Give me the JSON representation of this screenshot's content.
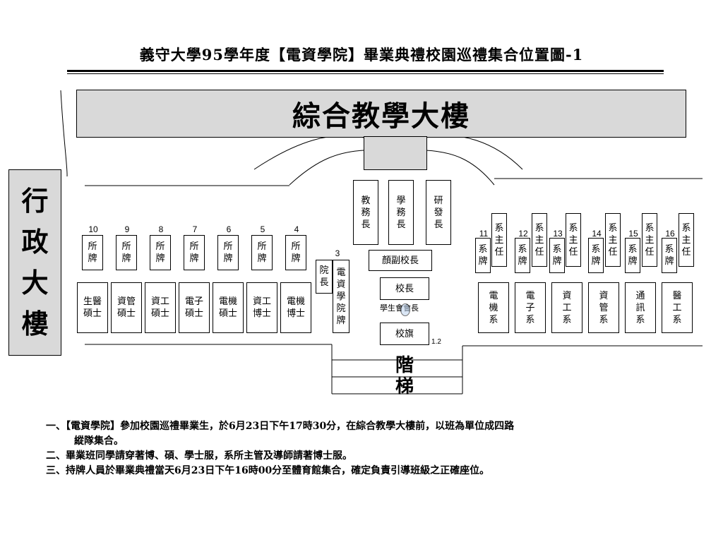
{
  "title": "義守大學95學年度【電資學院】畢業典禮校園巡禮集合位置圖-1",
  "buildings": {
    "main": "綜合教學大樓",
    "admin": [
      "行",
      "政",
      "大",
      "樓"
    ]
  },
  "top_officials": [
    {
      "chars": [
        "教",
        "務",
        "長"
      ]
    },
    {
      "chars": [
        "學",
        "務",
        "長"
      ]
    },
    {
      "chars": [
        "研",
        "發",
        "長"
      ]
    }
  ],
  "vice_president": "顏副校長",
  "president": "校長",
  "student_president": "學生會會長",
  "flag": "校旗",
  "flag_number": "1.2",
  "dean": {
    "number": "3",
    "label_chars": [
      "院",
      "長"
    ],
    "sign_chars": [
      "電",
      "資",
      "學",
      "院",
      "牌"
    ]
  },
  "left_columns": [
    {
      "number": "10",
      "sign": [
        "所",
        "牌"
      ],
      "class": [
        "生醫",
        "碩士"
      ]
    },
    {
      "number": "9",
      "sign": [
        "所",
        "牌"
      ],
      "class": [
        "資管",
        "碩士"
      ]
    },
    {
      "number": "8",
      "sign": [
        "所",
        "牌"
      ],
      "class": [
        "資工",
        "碩士"
      ]
    },
    {
      "number": "7",
      "sign": [
        "所",
        "牌"
      ],
      "class": [
        "電子",
        "碩士"
      ]
    },
    {
      "number": "6",
      "sign": [
        "所",
        "牌"
      ],
      "class": [
        "電機",
        "碩士"
      ]
    },
    {
      "number": "5",
      "sign": [
        "所",
        "牌"
      ],
      "class": [
        "資工",
        "博士"
      ]
    },
    {
      "number": "4",
      "sign": [
        "所",
        "牌"
      ],
      "class": [
        "電機",
        "博士"
      ]
    }
  ],
  "right_columns": [
    {
      "number": "11",
      "sign": [
        "系",
        "牌"
      ],
      "chair": [
        "系",
        "主",
        "任"
      ],
      "dept": [
        "電",
        "機",
        "系"
      ]
    },
    {
      "number": "12",
      "sign": [
        "系",
        "牌"
      ],
      "chair": [
        "系",
        "主",
        "任"
      ],
      "dept": [
        "電",
        "子",
        "系"
      ]
    },
    {
      "number": "13",
      "sign": [
        "系",
        "牌"
      ],
      "chair": [
        "系",
        "主",
        "任"
      ],
      "dept": [
        "資",
        "工",
        "系"
      ]
    },
    {
      "number": "14",
      "sign": [
        "系",
        "牌"
      ],
      "chair": [
        "系",
        "主",
        "任"
      ],
      "dept": [
        "資",
        "管",
        "系"
      ]
    },
    {
      "number": "15",
      "sign": [
        "系",
        "牌"
      ],
      "chair": [
        "系",
        "主",
        "任"
      ],
      "dept": [
        "通",
        "訊",
        "系"
      ]
    },
    {
      "number": "16",
      "sign": [
        "系",
        "牌"
      ],
      "chair": [
        "系",
        "主",
        "任"
      ],
      "dept": [
        "醫",
        "工",
        "系"
      ]
    }
  ],
  "stairs": [
    "階",
    "梯"
  ],
  "notes": [
    "一、【電資學院】參加校園巡禮畢業生，於6月23日下午17時30分，在綜合教學大樓前，以班為單位成四路",
    "縱隊集合。",
    "二、畢業班同學請穿著博、碩、學士服，系所主管及導師請著博士服。",
    "三、持牌人員於畢業典禮當天6月23日下午16時00分至體育館集合，確定負責引導班級之正確座位。"
  ]
}
